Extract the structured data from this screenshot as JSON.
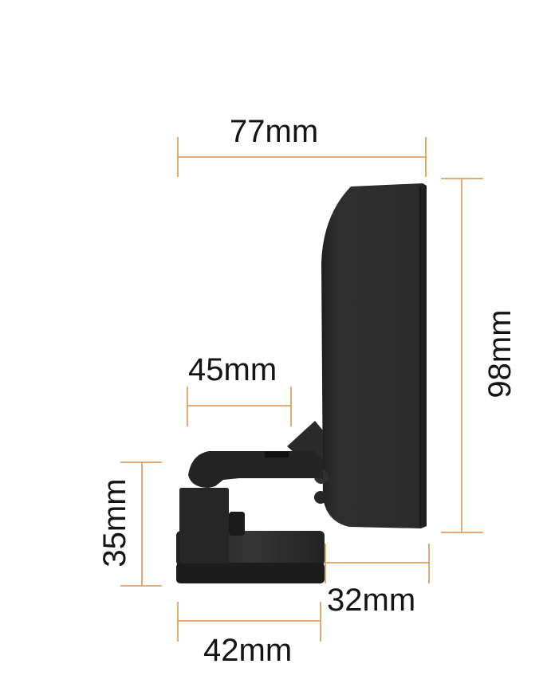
{
  "diagram": {
    "type": "product-dimension-diagram",
    "subject": "black clamp-mount device, side view",
    "colors": {
      "dimension_line": "#e0a060",
      "label_text": "#141414",
      "product_body": "#2b2b2b",
      "product_shadow": "#1a1a1a",
      "background": "#ffffff"
    },
    "dimensions": {
      "overall_width": {
        "label": "77mm",
        "orientation": "horizontal"
      },
      "overall_height": {
        "label": "98mm",
        "orientation": "vertical"
      },
      "arm_length": {
        "label": "45mm",
        "orientation": "horizontal"
      },
      "clamp_height": {
        "label": "35mm",
        "orientation": "vertical"
      },
      "base_offset": {
        "label": "32mm",
        "orientation": "horizontal"
      },
      "base_width": {
        "label": "42mm",
        "orientation": "horizontal"
      }
    }
  }
}
